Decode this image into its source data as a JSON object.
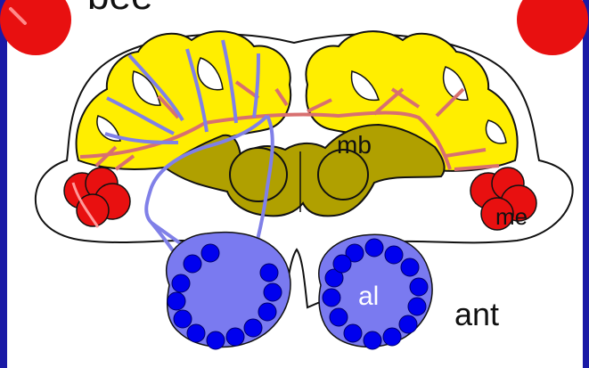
{
  "labels": {
    "top_partial": "bee",
    "mushroom_body": "mb",
    "medulla": "me",
    "antennal_lobe": "al",
    "antenna": "ant"
  },
  "colors": {
    "background": "#1a1aa6",
    "panel": "#ffffff",
    "calyx_yellow": "#ffee00",
    "peduncle_olive": "#b0a000",
    "optic_red": "#e81010",
    "lobe_blue": "#7a7af0",
    "glomerulus_blue": "#0000ee",
    "tract_blue": "#8080e8",
    "tract_pink": "#d87070"
  }
}
